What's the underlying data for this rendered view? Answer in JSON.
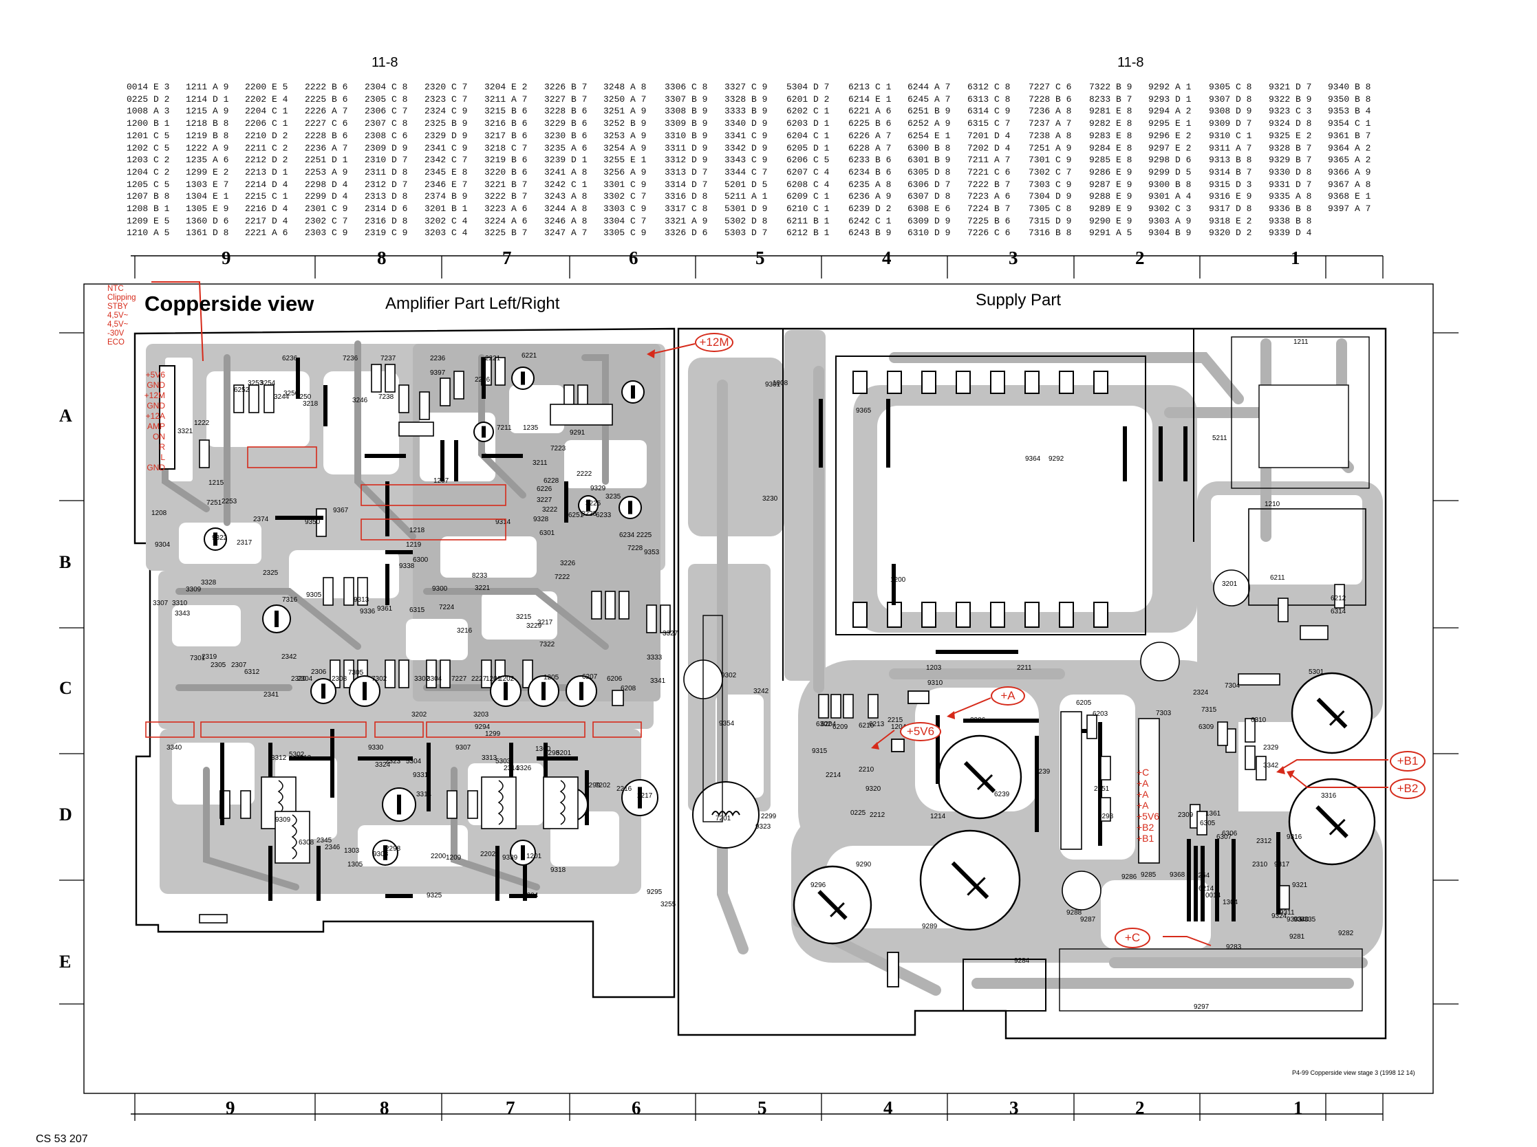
{
  "header": {
    "page_label_left": "11-8",
    "page_label_right": "11-8"
  },
  "ref_table": [
    [
      "0014 E 3",
      "0225 D 2",
      "1008 A 3",
      "1200 B 1",
      "1201 C 5",
      "1202 C 5",
      "1203 C 2",
      "1204 C 2",
      "1205 C 5",
      "1207 B 8",
      "1208 B 1",
      "1209 E 5",
      "1210 A 5"
    ],
    [
      "1211 A 9",
      "1214 D 1",
      "1215 A 9",
      "1218 B 8",
      "1219 B 8",
      "1222 A 9",
      "1235 A 6",
      "1299 E 2",
      "1303 E 7",
      "1304 E 1",
      "1305 E 9",
      "1360 D 6",
      "1361 D 8"
    ],
    [
      "2200 E 5",
      "2202 E 4",
      "2204 C 1",
      "2206 C 1",
      "2210 D 2",
      "2211 C 2",
      "2212 D 2",
      "2213 D 1",
      "2214 D 4",
      "2215 C 1",
      "2216 D 4",
      "2217 D 4",
      "2221 A 6"
    ],
    [
      "2222 B 6",
      "2225 B 6",
      "2226 A 7",
      "2227 C 6",
      "2228 B 6",
      "2236 A 7",
      "2251 D 1",
      "2253 A 9",
      "2298 D 4",
      "2299 D 4",
      "2301 C 9",
      "2302 C 7",
      "2303 C 9"
    ],
    [
      "2304 C 8",
      "2305 C 8",
      "2306 C 7",
      "2307 C 8",
      "2308 C 6",
      "2309 D 9",
      "2310 D 7",
      "2311 D 8",
      "2312 D 7",
      "2313 D 8",
      "2314 D 6",
      "2316 D 8",
      "2319 C 9"
    ],
    [
      "2320 C 7",
      "2323 C 7",
      "2324 C 9",
      "2325 B 9",
      "2329 D 9",
      "2341 C 9",
      "2342 C 7",
      "2345 E 8",
      "2346 E 7",
      "2374 B 9",
      "3201 B 1",
      "3202 C 4",
      "3203 C 4"
    ],
    [
      "3204 E 2",
      "3211 A 7",
      "3215 B 6",
      "3216 B 6",
      "3217 B 6",
      "3218 C 7",
      "3219 B 6",
      "3220 B 6",
      "3221 B 7",
      "3222 B 7",
      "3223 A 6",
      "3224 A 6",
      "3225 B 7"
    ],
    [
      "3226 B 7",
      "3227 B 7",
      "3228 B 6",
      "3229 B 6",
      "3230 B 6",
      "3235 A 6",
      "3239 D 1",
      "3241 A 8",
      "3242 C 1",
      "3243 A 8",
      "3244 A 8",
      "3246 A 8",
      "3247 A 7"
    ],
    [
      "3248 A 8",
      "3250 A 7",
      "3251 A 9",
      "3252 B 9",
      "3253 A 9",
      "3254 A 9",
      "3255 E 1",
      "3256 A 9",
      "3301 C 9",
      "3302 C 7",
      "3303 C 9",
      "3304 C 7",
      "3305 C 9"
    ],
    [
      "3306 C 8",
      "3307 B 9",
      "3308 B 9",
      "3309 B 9",
      "3310 B 9",
      "3311 D 9",
      "3312 D 9",
      "3313 D 7",
      "3314 D 7",
      "3316 D 8",
      "3317 C 8",
      "3321 A 9",
      "3326 D 6"
    ],
    [
      "3327 C 9",
      "3328 B 9",
      "3333 B 9",
      "3340 D 9",
      "3341 C 9",
      "3342 D 9",
      "3343 C 9",
      "3344 C 7",
      "5201 D 5",
      "5211 A 1",
      "5301 D 9",
      "5302 D 8",
      "5303 D 7"
    ],
    [
      "5304 D 7",
      "6201 D 2",
      "6202 C 1",
      "6203 D 1",
      "6204 C 1",
      "6205 D 1",
      "6206 C 5",
      "6207 C 4",
      "6208 C 4",
      "6209 C 1",
      "6210 C 1",
      "6211 B 1",
      "6212 B 1"
    ],
    [
      "6213 C 1",
      "6214 E 1",
      "6221 A 6",
      "6225 B 6",
      "6226 A 7",
      "6228 A 7",
      "6233 B 6",
      "6234 B 6",
      "6235 A 8",
      "6236 A 9",
      "6239 D 2",
      "6242 C 1",
      "6243 B 9"
    ],
    [
      "6244 A 7",
      "6245 A 7",
      "6251 B 9",
      "6252 A 9",
      "6254 E 1",
      "6300 B 8",
      "6301 B 9",
      "6305 D 8",
      "6306 D 7",
      "6307 D 8",
      "6308 E 6",
      "6309 D 9",
      "6310 D 9"
    ],
    [
      "6312 C 8",
      "6313 C 8",
      "6314 C 9",
      "6315 C 7",
      "7201 D 4",
      "7202 D 4",
      "7211 A 7",
      "7221 C 6",
      "7222 B 7",
      "7223 A 6",
      "7224 B 7",
      "7225 B 6",
      "7226 C 6"
    ],
    [
      "7227 C 6",
      "7228 B 6",
      "7236 A 8",
      "7237 A 7",
      "7238 A 8",
      "7251 A 9",
      "7301 C 9",
      "7302 C 7",
      "7303 C 9",
      "7304 D 9",
      "7305 C 8",
      "7315 D 9",
      "7316 B 8"
    ],
    [
      "7322 B 9",
      "8233 B 7",
      "9281 E 8",
      "9282 E 8",
      "9283 E 8",
      "9284 E 8",
      "9285 E 8",
      "9286 E 9",
      "9287 E 9",
      "9288 E 9",
      "9289 E 9",
      "9290 E 9",
      "9291 A 5"
    ],
    [
      "9292 A 1",
      "9293 D 1",
      "9294 A 2",
      "9295 E 1",
      "9296 E 2",
      "9297 E 2",
      "9298 D 6",
      "9299 D 5",
      "9300 B 8",
      "9301 A 4",
      "9302 C 3",
      "9303 A 9",
      "9304 B 9"
    ],
    [
      "9305 C 8",
      "9307 D 8",
      "9308 D 9",
      "9309 D 7",
      "9310 C 1",
      "9311 A 7",
      "9313 B 8",
      "9314 B 7",
      "9315 D 3",
      "9316 E 9",
      "9317 D 8",
      "9318 E 2",
      "9320 D 2"
    ],
    [
      "9321 D 7",
      "9322 B 9",
      "9323 C 3",
      "9324 D 8",
      "9325 E 2",
      "9328 B 7",
      "9329 B 7",
      "9330 D 8",
      "9331 D 7",
      "9335 A 8",
      "9336 B 8",
      "9338 B 8",
      "9339 D 4"
    ],
    [
      "9340 B 8",
      "9350 B 8",
      "9353 B 4",
      "9354 C 1",
      "9361 B 7",
      "9364 A 2",
      "9365 A 2",
      "9366 A 9",
      "9367 A 8",
      "9368 E 1",
      "9397 A 7"
    ]
  ],
  "columns_top": [
    "9",
    "8",
    "7",
    "6",
    "5",
    "4",
    "3",
    "2",
    "1"
  ],
  "columns_bottom": [
    "9",
    "8",
    "7",
    "6",
    "5",
    "4",
    "3",
    "2",
    "1"
  ],
  "rows": [
    "A",
    "B",
    "C",
    "D",
    "E"
  ],
  "board": {
    "title": "Copperside view",
    "amplifier_title": "Amplifier Part Left/Right",
    "supply_title": "Supply Part",
    "caption": "P4-99 Copperside view stage 3 (1998 12 14)",
    "connector_notes": [
      "NTC",
      "Clipping",
      "STBY",
      "4,5V~",
      "4,5V~",
      "-30V",
      "ECO"
    ],
    "connector_pins": [
      "+5V6",
      "GND",
      "+12M",
      "GND",
      "+12A",
      "AMP ON",
      "R",
      "L",
      "GND"
    ],
    "side_labels": [
      "+C",
      "+A",
      "+A",
      "+A",
      "+5V6",
      "+B2",
      "+B1"
    ],
    "callouts": [
      "+12M",
      "+A",
      "+5V6",
      "+B1",
      "+B2",
      "+C"
    ],
    "component_labels": [
      "6236",
      "7236",
      "7237",
      "2236",
      "2221",
      "6221",
      "1008",
      "6252",
      "3253",
      "3254",
      "3256",
      "3250",
      "3244",
      "3218",
      "3246",
      "7238",
      "9397",
      "2226",
      "7211",
      "1235",
      "7223",
      "9291",
      "9301",
      "9365",
      "9364",
      "9292",
      "5211",
      "1211",
      "3321",
      "1222",
      "1215",
      "7251",
      "2253",
      "2374",
      "9350",
      "9367",
      "1207",
      "3211",
      "6228",
      "6226",
      "3227",
      "3222",
      "2222",
      "3225",
      "3235",
      "9329",
      "9314",
      "9328",
      "6301",
      "1218",
      "1219",
      "9338",
      "6300",
      "9300",
      "8233",
      "3221",
      "3226",
      "7222",
      "3230",
      "1210",
      "1208",
      "9304",
      "9322",
      "2317",
      "6251",
      "3228",
      "6233",
      "6234",
      "2225",
      "7228",
      "9353",
      "1200",
      "3201",
      "6211",
      "6212",
      "6314",
      "3307",
      "3310",
      "3309",
      "3328",
      "2325",
      "7316",
      "9305",
      "9313",
      "9336",
      "9361",
      "6315",
      "7224",
      "3216",
      "3215",
      "3229",
      "3217",
      "7322",
      "3327",
      "3333",
      "3341",
      "3343",
      "7301",
      "2319",
      "2305",
      "2307",
      "6312",
      "2341",
      "2342",
      "2320",
      "2304",
      "2306",
      "2308",
      "7305",
      "7302",
      "3302",
      "3304",
      "7227",
      "2227",
      "1201",
      "1202",
      "1205",
      "6207",
      "6206",
      "6208",
      "3202",
      "3203",
      "9302",
      "9354",
      "3242",
      "6302",
      "6204",
      "6209",
      "6210",
      "6213",
      "2215",
      "1204",
      "2211",
      "1203",
      "9310",
      "2206",
      "6205",
      "6203",
      "7303",
      "2324",
      "5301",
      "7304",
      "7315",
      "6309",
      "6310",
      "2329",
      "3342",
      "3340",
      "5302",
      "3312",
      "2313",
      "9330",
      "3324",
      "2323",
      "5304",
      "9331",
      "3314",
      "9307",
      "3313",
      "5303",
      "2314",
      "3326",
      "1360",
      "9298",
      "5201",
      "9299",
      "2216",
      "7202",
      "2217",
      "7201",
      "2299",
      "9323",
      "9315",
      "2214",
      "2210",
      "9320",
      "0225",
      "2212",
      "1214",
      "6239",
      "3239",
      "2251",
      "9293",
      "2309",
      "1361",
      "6305",
      "6306",
      "6307",
      "2312",
      "2310",
      "3316",
      "9316",
      "9317",
      "9321",
      "9309",
      "6308",
      "2345",
      "2346",
      "1303",
      "1305",
      "9308",
      "2298",
      "2200",
      "1209",
      "2202",
      "9339",
      "1201",
      "9318",
      "9325",
      "3204",
      "9295",
      "3255",
      "9296",
      "9290",
      "9289",
      "9288",
      "9287",
      "9286",
      "9285",
      "9368",
      "6254",
      "6214",
      "0014",
      "1304",
      "9324",
      "9311",
      "9303",
      "9340",
      "9335",
      "9281",
      "9282",
      "9283",
      "9284",
      "9297",
      "9294",
      "1299"
    ]
  },
  "footer": {
    "code": "CS 53 207"
  },
  "colors": {
    "copper": "#c8c8c8",
    "outline": "#000000",
    "annotation": "#d62a1a"
  }
}
